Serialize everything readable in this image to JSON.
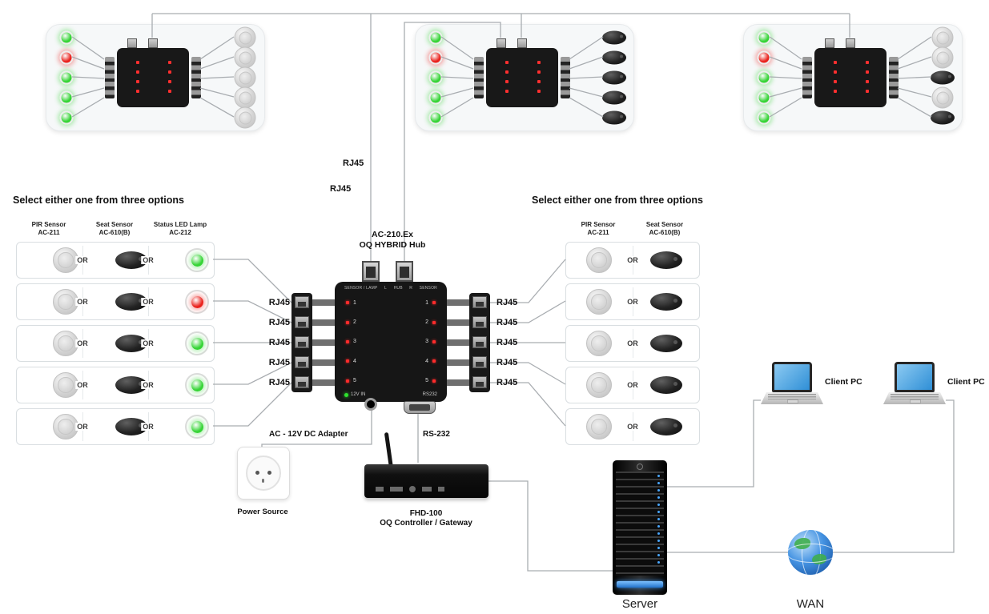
{
  "top_links": {
    "rj45_a": "RJ45",
    "rj45_b": "RJ45"
  },
  "hub": {
    "title1": "AC-210.Ex",
    "title2": "OQ HYBRID Hub",
    "panel": {
      "sensor_lamp": "SENSOR / LAMP",
      "l": "L",
      "hub": "HUB",
      "r": "R",
      "sensor": "SENSOR",
      "power": "12V IN",
      "rs232": "RS232",
      "numbers": [
        "1",
        "2",
        "3",
        "4",
        "5"
      ]
    }
  },
  "left": {
    "heading": "Select either one from three options",
    "columns": [
      {
        "name": "PIR Sensor",
        "model": "AC-211"
      },
      {
        "name": "Seat Sensor",
        "model": "AC-610(B)"
      },
      {
        "name": "Status LED Lamp",
        "model": "AC-212"
      }
    ],
    "or": "OR",
    "rows": [
      {
        "lamp": "#35d435"
      },
      {
        "lamp": "#ea211c"
      },
      {
        "lamp": "#35d435"
      },
      {
        "lamp": "#35d435"
      },
      {
        "lamp": "#35d435"
      }
    ],
    "rj45": [
      "RJ45",
      "RJ45",
      "RJ45",
      "RJ45",
      "RJ45"
    ]
  },
  "right": {
    "heading": "Select either one from three options",
    "columns": [
      {
        "name": "PIR Sensor",
        "model": "AC-211"
      },
      {
        "name": "Seat Sensor",
        "model": "AC-610(B)"
      }
    ],
    "or": "OR",
    "rj45": [
      "RJ45",
      "RJ45",
      "RJ45",
      "RJ45",
      "RJ45"
    ]
  },
  "panels": [
    {
      "leds": [
        "#35d435",
        "#ea211c",
        "#35d435",
        "#35d435",
        "#35d435"
      ],
      "sensors": [
        "dome",
        "dome",
        "dome",
        "dome",
        "dome"
      ]
    },
    {
      "leds": [
        "#35d435",
        "#ea211c",
        "#35d435",
        "#35d435",
        "#35d435"
      ],
      "sensors": [
        "seat",
        "seat",
        "seat",
        "seat",
        "seat"
      ]
    },
    {
      "leds": [
        "#35d435",
        "#ea211c",
        "#35d435",
        "#35d435",
        "#35d435"
      ],
      "sensors": [
        "dome",
        "dome",
        "seat",
        "dome",
        "seat"
      ]
    }
  ],
  "power": {
    "adapter": "AC - 12V DC Adapter",
    "source": "Power Source"
  },
  "controller": {
    "rs232": "RS-232",
    "name": "FHD-100",
    "desc": "OQ Controller / Gateway"
  },
  "server": {
    "label": "Server"
  },
  "wan": {
    "label": "WAN"
  },
  "clients": [
    {
      "label": "Client PC"
    },
    {
      "label": "Client PC"
    }
  ]
}
